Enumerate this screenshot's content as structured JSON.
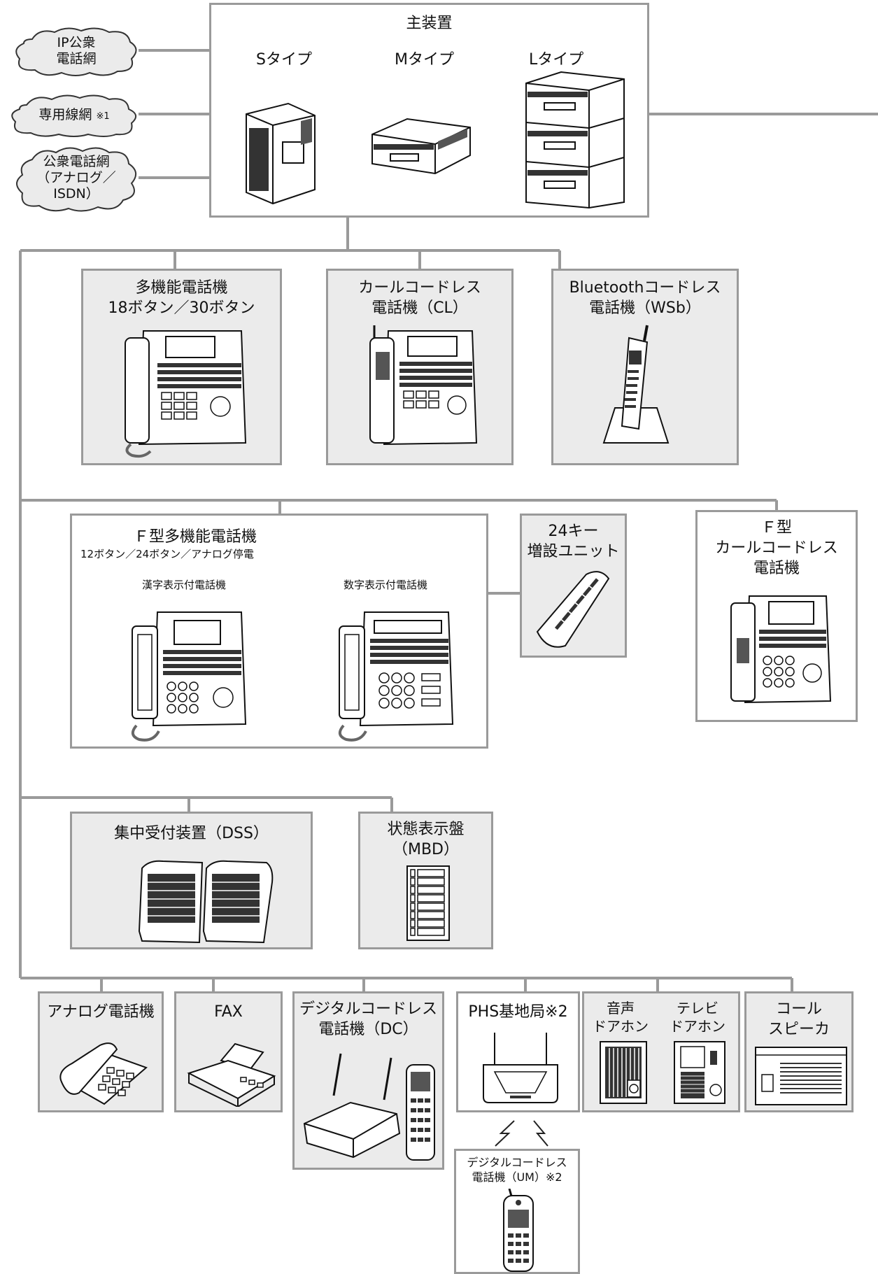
{
  "networks": {
    "ip": [
      "IP公衆",
      "電話網"
    ],
    "leased": "専用線網",
    "leased_note": "※1",
    "pstn": [
      "公衆電話網",
      "（アナログ／",
      "ISDN）"
    ]
  },
  "main_unit": {
    "title": "主装置",
    "types": [
      "Sタイプ",
      "Mタイプ",
      "Lタイプ"
    ]
  },
  "row1": {
    "multi": [
      "多機能電話機",
      "18ボタン／30ボタン"
    ],
    "cl": [
      "カールコードレス",
      "電話機（CL）"
    ],
    "wsb": [
      "Bluetoothコードレス",
      "電話機（WSb）"
    ]
  },
  "row2": {
    "f_multi": {
      "title": "Ｆ型多機能電話機",
      "subtitle": "12ボタン／24ボタン／アナログ停電",
      "kanji": "漢字表示付電話機",
      "digit": "数字表示付電話機"
    },
    "key24": [
      "24キー",
      "増設ユニット"
    ],
    "f_curl": [
      "Ｆ型",
      "カールコードレス",
      "電話機"
    ]
  },
  "row3": {
    "dss": "集中受付装置（DSS）",
    "mbd": [
      "状態表示盤",
      "（MBD）"
    ]
  },
  "row4": {
    "analog": "アナログ電話機",
    "fax": "FAX",
    "dc": [
      "デジタルコードレス",
      "電話機（DC）"
    ],
    "phs": "PHS基地局※2",
    "voice_door": [
      "音声",
      "ドアホン"
    ],
    "tv_door": [
      "テレビ",
      "ドアホン"
    ],
    "call_speaker": [
      "コール",
      "スピーカ"
    ]
  },
  "um": [
    "デジタルコードレス",
    "電話機（UM）※2"
  ]
}
